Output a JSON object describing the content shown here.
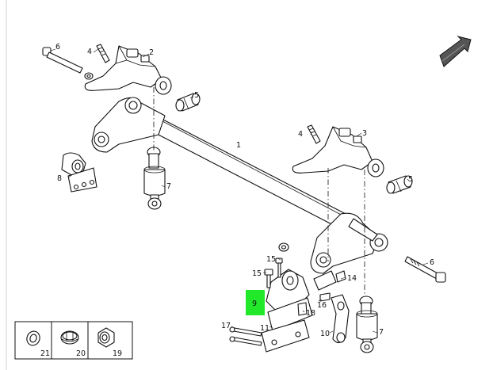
{
  "callouts": {
    "axle": "1",
    "left_bracket": "2",
    "right_bracket": "3",
    "left_stud": "4",
    "right_stud": "4",
    "left_bushing": "5",
    "right_bushing": "5",
    "left_long_bolt": "6",
    "right_long_bolt": "6",
    "left_shock": "7",
    "right_shock": "7",
    "mount_bracket": "8",
    "highlighted_part": "9",
    "part_10": "10",
    "part_11": "11",
    "part_14": "14",
    "part_15_top": "15",
    "part_15_lower": "15",
    "part_16": "16",
    "part_17": "17",
    "part_18": "18"
  },
  "legend": [
    {
      "number": "21",
      "icon": "washer-icon"
    },
    {
      "number": "20",
      "icon": "clip-ring-icon"
    },
    {
      "number": "19",
      "icon": "nut-icon"
    }
  ],
  "colors": {
    "highlight": "#22e82a",
    "line": "#111111",
    "background": "#ffffff"
  }
}
